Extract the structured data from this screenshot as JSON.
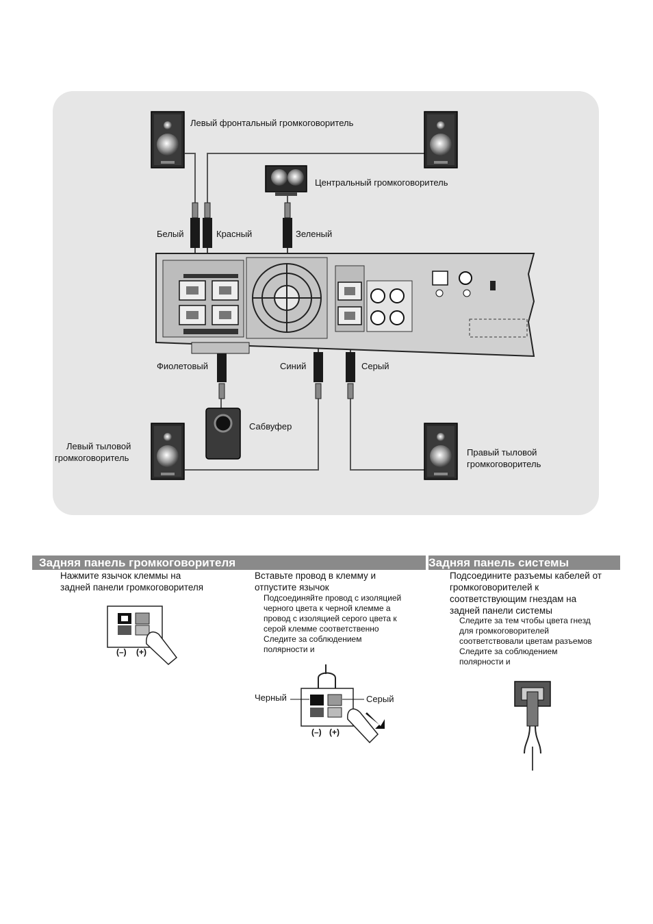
{
  "diagram": {
    "front_left_label": "Левый фронтальный громкоговоритель",
    "center_label": "Центральный громкоговоритель",
    "white_label": "Белый",
    "red_label": "Красный",
    "green_label": "Зеленый",
    "violet_label": "Фиолетовый",
    "blue_label": "Синий",
    "gray_label": "Серый",
    "subwoofer_label": "Сабвуфер",
    "rear_left_label_line1": "Левый тыловой",
    "rear_left_label_line2": "громкоговоритель",
    "rear_right_label_line1": "Правый тыловой",
    "rear_right_label_line2": "громкоговоритель"
  },
  "speaker_panel": {
    "title": "Задняя панель громкоговорителя",
    "step1_line1": "Нажмите язычок клеммы на",
    "step1_line2": "задней панели громкоговорителя",
    "step2_line1": "Вставьте провод в клемму и",
    "step2_line2": "отпустите язычок",
    "note_lines": [
      "Подсоединяйте провод с изоляцией",
      "черного цвета к черной      клемме  а",
      "провод с изоляцией серого цвета к",
      "серой      клемме соответственно",
      "Следите за соблюдением",
      "полярности     и"
    ],
    "black_label": "Черный",
    "gray_label": "Серый",
    "minus_label": "(–)",
    "plus_label": "(+)"
  },
  "system_panel": {
    "title": "Задняя панель системы",
    "step_lines": [
      "Подсоедините разъемы кабелей от",
      "громкоговорителей к",
      "соответствующим гнездам на",
      "задней панели системы"
    ],
    "note_lines": [
      "Следите за тем  чтобы цвета гнезд",
      "для громкоговорителей",
      "соответствовали цветам разъемов",
      "Следите за соблюдением",
      "полярности     и"
    ]
  }
}
